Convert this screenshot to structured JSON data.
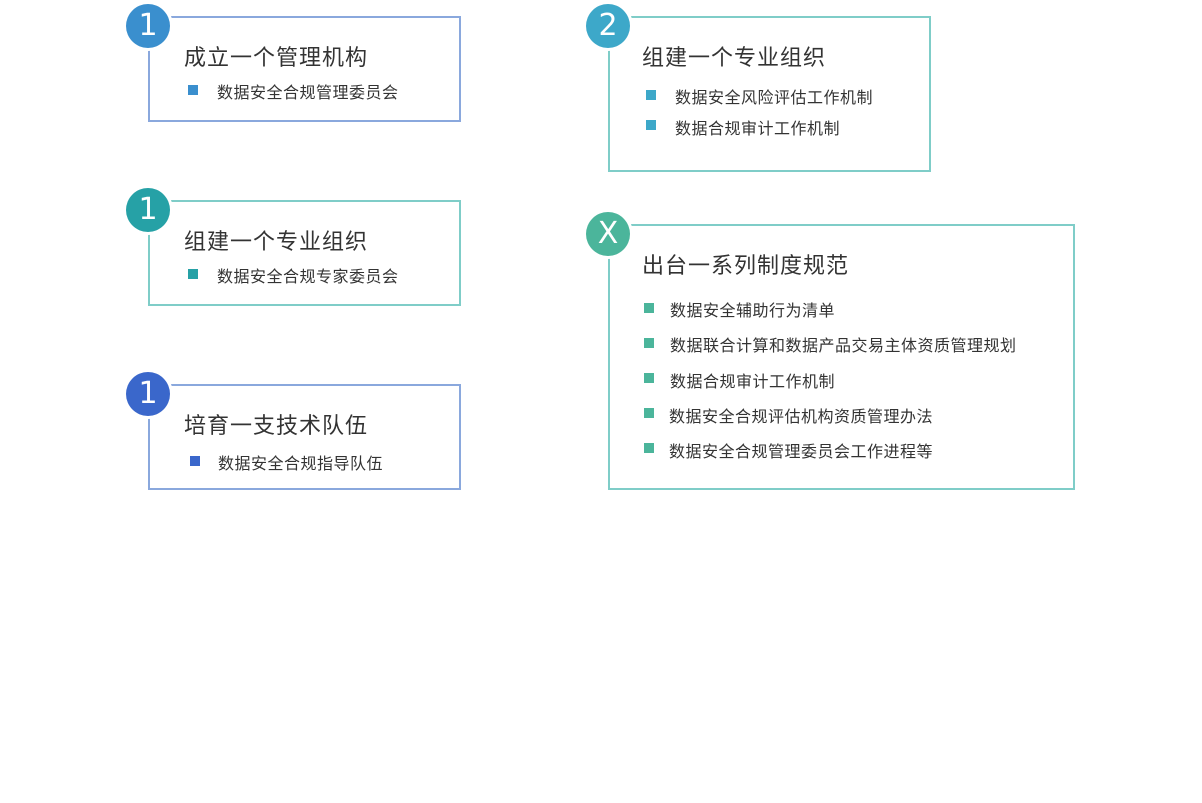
{
  "colors": {
    "blue": "#3a8fce",
    "teal": "#26a1a6",
    "royal": "#3a67cb",
    "cyan": "#3da8c9",
    "green": "#4bb59b",
    "border_blue": "#8aa8dd",
    "border_teal": "#7fcdc8",
    "text": "#333333"
  },
  "left_cards": [
    {
      "badge": "1",
      "title": "成立一个管理机构",
      "items": [
        "数据安全合规管理委员会"
      ]
    },
    {
      "badge": "1",
      "title": "组建一个专业组织",
      "items": [
        "数据安全合规专家委员会"
      ]
    },
    {
      "badge": "1",
      "title": "培育一支技术队伍",
      "items": [
        "数据安全合规指导队伍"
      ]
    }
  ],
  "right_cards": [
    {
      "badge": "2",
      "title": "组建一个专业组织",
      "items": [
        "数据安全风险评估工作机制",
        "数据合规审计工作机制"
      ]
    },
    {
      "badge": "X",
      "title": "出台一系列制度规范",
      "items": [
        "数据安全辅助行为清单",
        "数据联合计算和数据产品交易主体资质管理规划",
        "数据合规审计工作机制",
        "数据安全合规评估机构资质管理办法",
        "数据安全合规管理委员会工作进程等"
      ]
    }
  ]
}
